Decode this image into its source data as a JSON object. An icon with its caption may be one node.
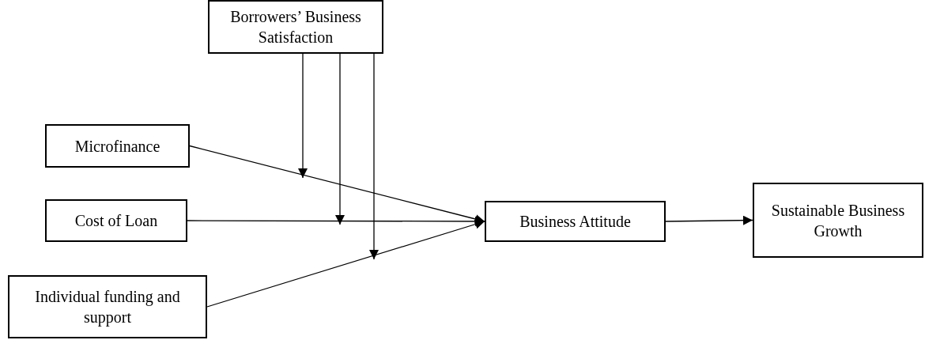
{
  "diagram": {
    "nodes": [
      {
        "text": [
          "Borrowers’ Business Satisfaction"
        ]
      },
      {
        "text": [
          "Microfinance"
        ]
      },
      {
        "text": [
          "Cost of Loan"
        ]
      },
      {
        "text": [
          "Individual funding and support"
        ]
      },
      {
        "text": [
          "Business Attitude"
        ]
      },
      {
        "text": [
          "Sustainable Business Growth"
        ]
      }
    ],
    "edges": [
      {
        "from": 1,
        "to": 4,
        "arrow": "to"
      },
      {
        "from": 2,
        "to": 4,
        "arrow": "to"
      },
      {
        "from": 3,
        "to": 4,
        "arrow": "to"
      },
      {
        "from": 4,
        "to": 5,
        "arrow": "to"
      },
      {
        "from": 0,
        "to": null,
        "arrow": "to"
      },
      {
        "from": 0,
        "to": null,
        "arrow": "to"
      },
      {
        "from": 0,
        "to": null,
        "arrow": "to"
      }
    ]
  }
}
